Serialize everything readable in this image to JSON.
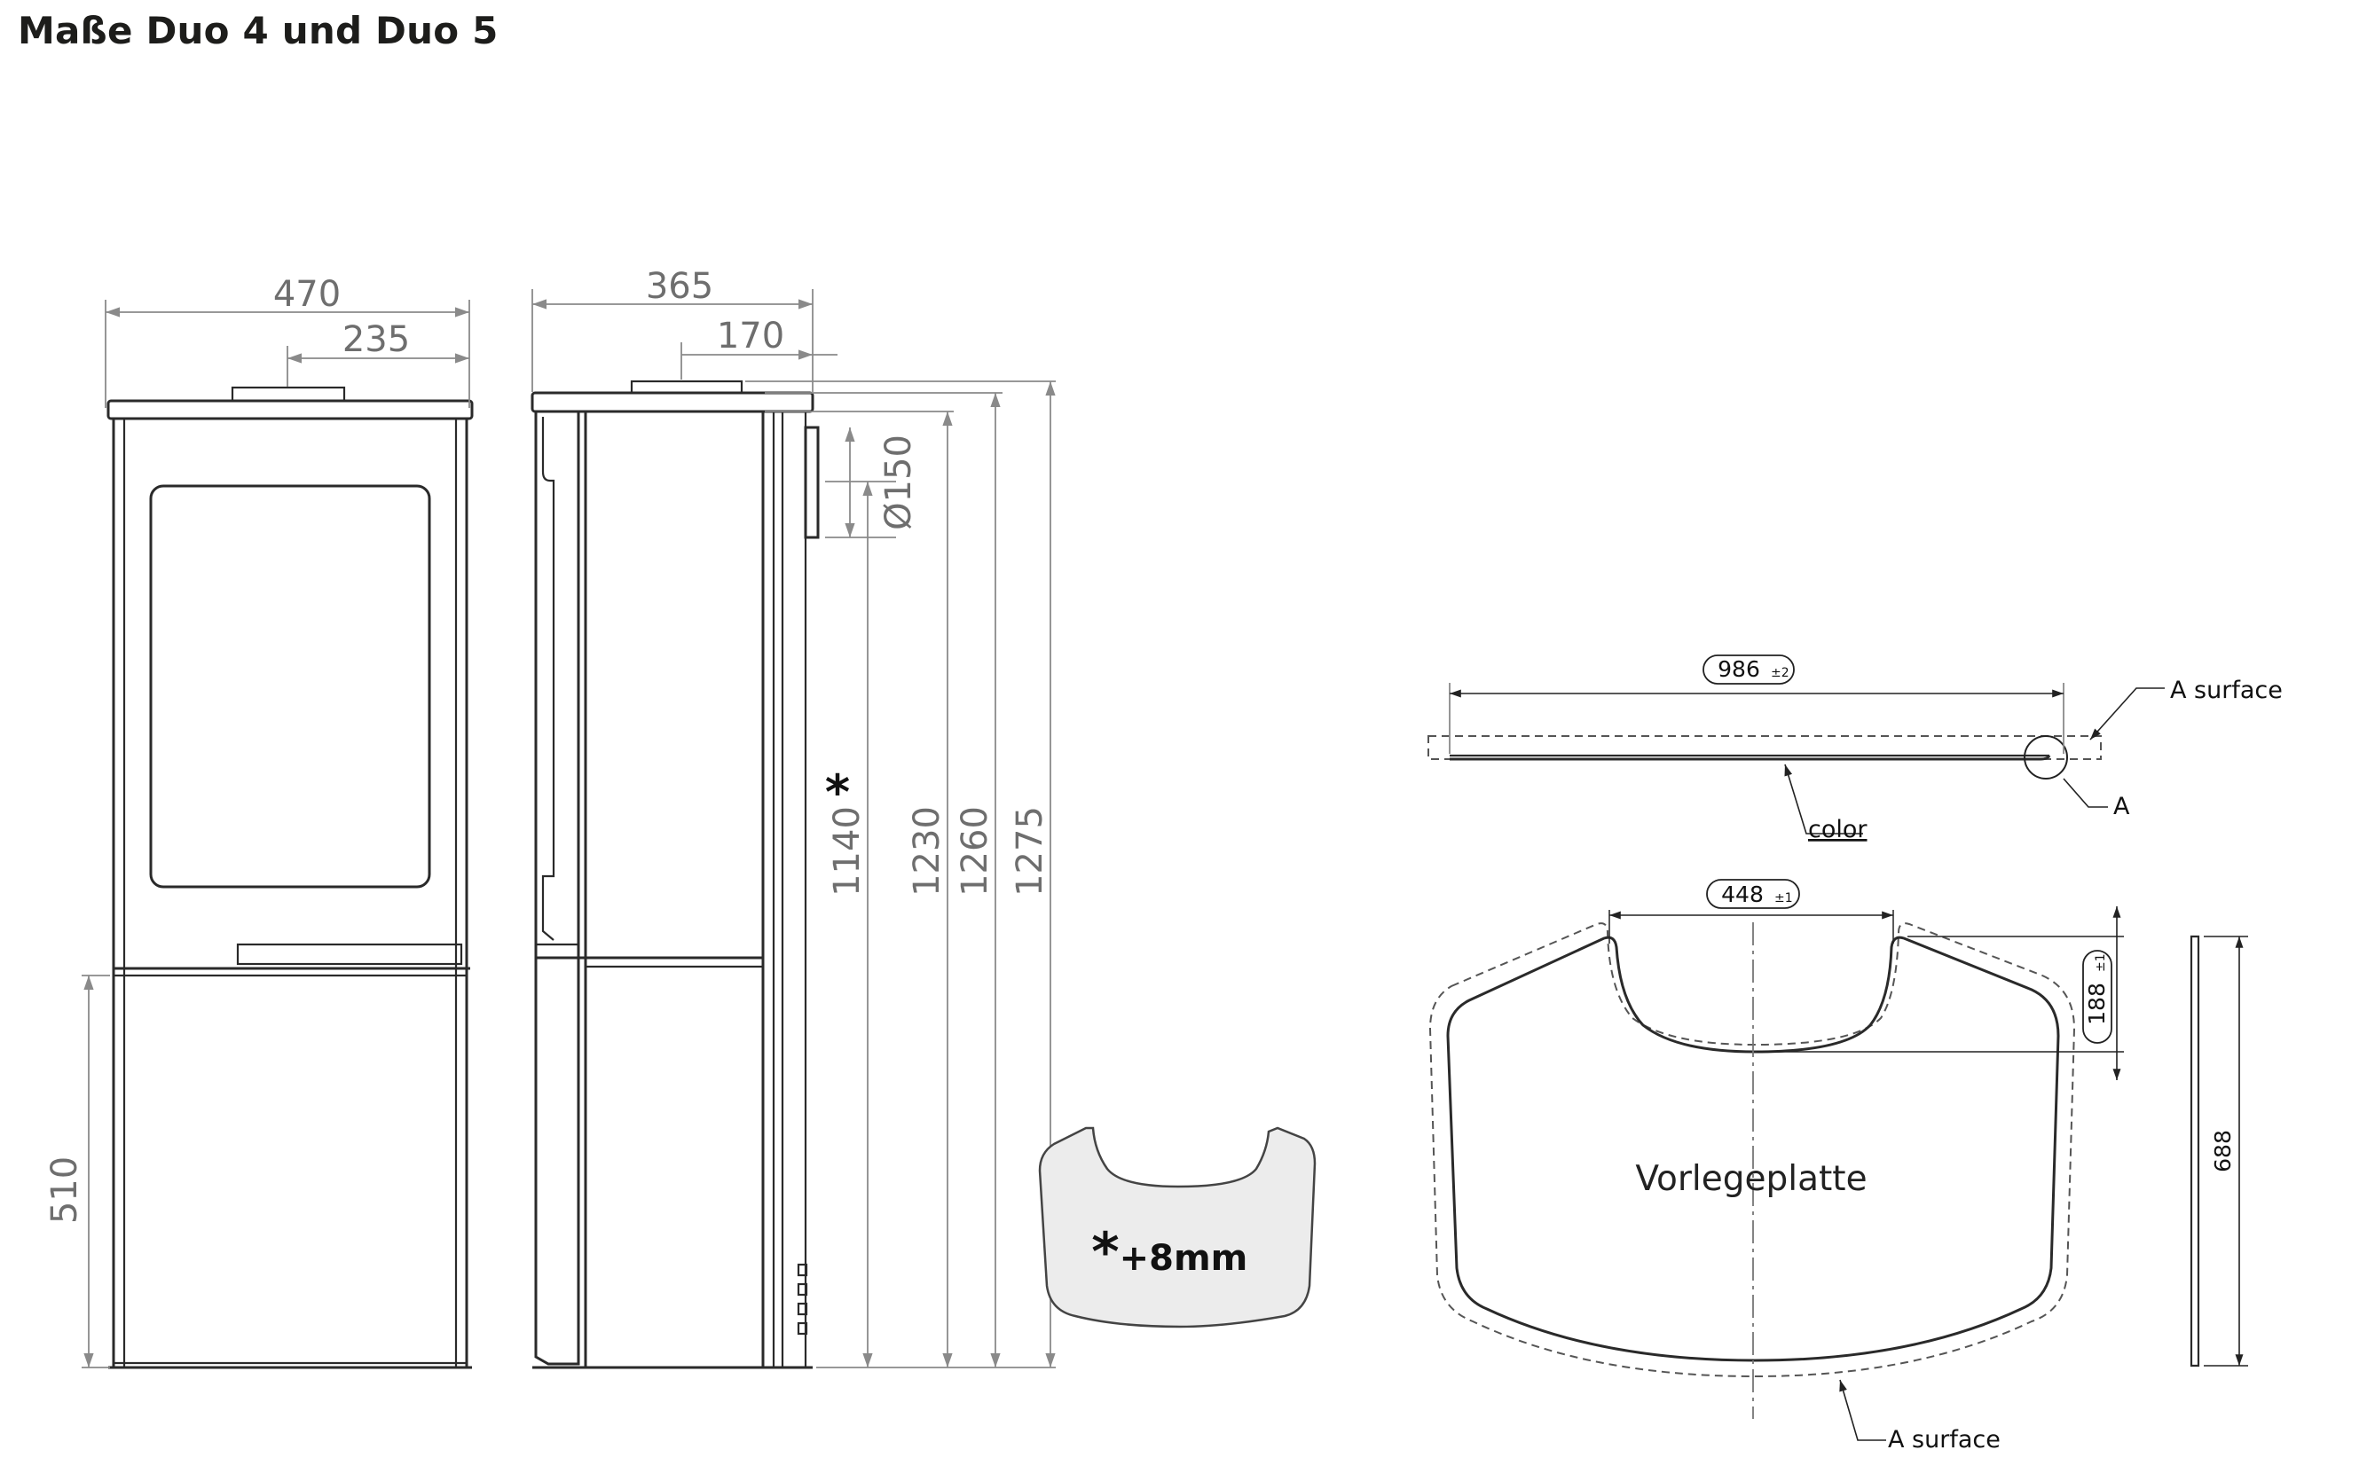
{
  "title": "Maße Duo 4 und Duo 5",
  "front_view": {
    "width_total": "470",
    "width_half": "235",
    "height_base": "510"
  },
  "side_view": {
    "depth_total": "365",
    "flue_offset": "170",
    "flue_diameter": "Ø150",
    "flue_height": "1140",
    "flue_height_marker": "*",
    "height_top": "1230",
    "height_cover": "1260",
    "height_total": "1275"
  },
  "note_plate": {
    "marker": "*",
    "text": "+8mm"
  },
  "floor_plate": {
    "label": "Vorlegeplatte",
    "width_total": "986",
    "width_total_tol": "±2",
    "notch_width": "448",
    "notch_width_tol": "±1",
    "notch_depth": "188",
    "notch_depth_tol": "±1",
    "depth": "688",
    "callout_surface_top": "A surface",
    "callout_detail": "A",
    "callout_color": "color",
    "callout_surface_bottom": "A surface"
  }
}
